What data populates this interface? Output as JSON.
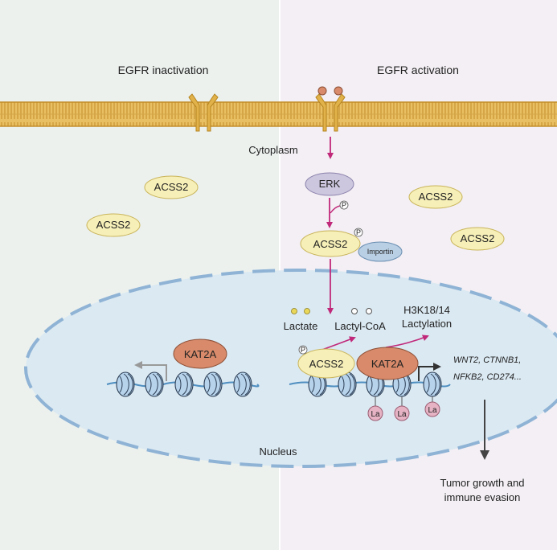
{
  "panels": {
    "left_title": "EGFR inactivation",
    "right_title": "EGFR activation"
  },
  "labels": {
    "cytoplasm": "Cytoplasm",
    "nucleus": "Nucleus",
    "erk": "ERK",
    "importin": "Importin",
    "kat2a": "KAT2A",
    "acss2": "ACSS2",
    "phospho": "P",
    "lactate": "Lactate",
    "lactyl_coa": "Lactyl-CoA",
    "h3k_line1": "H3K18/14",
    "h3k_line2": "Lactylation",
    "lactyl_mark": "La",
    "genes_line1": "WNT2, CTNNB1,",
    "genes_line2": "NFKB2, CD274...",
    "outcome_line1": "Tumor growth and",
    "outcome_line2": "immune evasion"
  },
  "colors": {
    "left_bg": "#ecf1ee",
    "right_bg": "#f3eff4",
    "membrane": "#e2b24a",
    "membrane_dark": "#c8942c",
    "protein_yellow": "#f6efb8",
    "protein_border": "#c9b45a",
    "erk_fill": "#cdc6df",
    "importin_fill": "#b9cfe4",
    "kat2a_fill": "#d88a6a",
    "nucleus_fill": "#dbe9f2",
    "nucleus_border": "#8fb3d5",
    "arrow_magenta": "#c0287a",
    "lactylation_fill": "#e5b3c4"
  }
}
